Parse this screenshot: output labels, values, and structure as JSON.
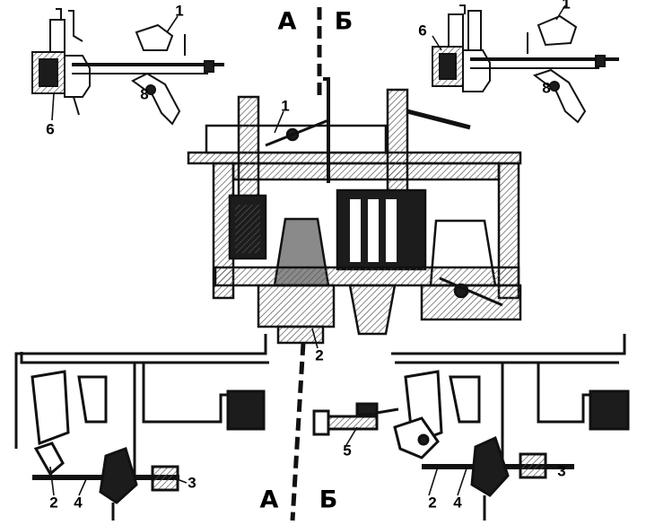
{
  "colors": {
    "ink": "#111111",
    "fill_dark": "#1c1c1c",
    "fill_grey": "#8a8a8a",
    "hatch": "#555555",
    "paper": "#ffffff"
  },
  "section_labels": {
    "left": "А",
    "right": "Б"
  },
  "callouts": {
    "top_left": {
      "one": "1",
      "eight": "8",
      "six": "6"
    },
    "top_right": {
      "one": "1",
      "eight": "8",
      "six": "6"
    },
    "center": {
      "one": "1",
      "two": "2"
    },
    "bottom_left": {
      "two": "2",
      "four": "4",
      "three": "3"
    },
    "bottom_right": {
      "two": "2",
      "four": "4",
      "three": "3",
      "five": "5"
    }
  }
}
